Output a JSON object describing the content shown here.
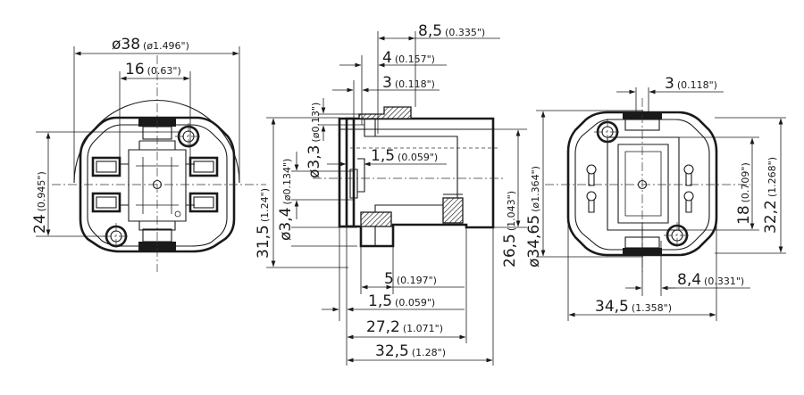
{
  "dimensions": {
    "front_diameter": {
      "value": "ø38",
      "imperial": "(ø1.496\")"
    },
    "front_width_16": {
      "value": "16",
      "imperial": "(0.63\")"
    },
    "front_height_24": {
      "value": "24",
      "imperial": "(0.945\")"
    },
    "side_8_5": {
      "value": "8,5",
      "imperial": "(0.335\")"
    },
    "side_4": {
      "value": "4",
      "imperial": "(0.157\")"
    },
    "side_3": {
      "value": "3",
      "imperial": "(0.118\")"
    },
    "side_dia_3_3": {
      "value": "ø3,3",
      "imperial": "(ø0.13\")"
    },
    "side_1_5_top": {
      "value": "1,5",
      "imperial": "(0.059\")"
    },
    "side_dia_3_4": {
      "value": "ø3,4",
      "imperial": "(ø0.134\")"
    },
    "side_31_5": {
      "value": "31,5",
      "imperial": "(1.24\")"
    },
    "side_26_5": {
      "value": "26,5",
      "imperial": "(1.043\")"
    },
    "side_5": {
      "value": "5",
      "imperial": "(0.197\")"
    },
    "side_1_5_bottom": {
      "value": "1,5",
      "imperial": "(0.059\")"
    },
    "side_27_2": {
      "value": "27,2",
      "imperial": "(1.071\")"
    },
    "side_32_5": {
      "value": "32,5",
      "imperial": "(1.28\")"
    },
    "back_3": {
      "value": "3",
      "imperial": "(0.118\")"
    },
    "back_dia_34_65": {
      "value": "ø34,65",
      "imperial": "(ø1.364\")"
    },
    "back_18": {
      "value": "18",
      "imperial": "(0.709\")"
    },
    "back_32_2": {
      "value": "32,2",
      "imperial": "(1.268\")"
    },
    "back_8_4": {
      "value": "8,4",
      "imperial": "(0.331\")"
    },
    "back_34_5": {
      "value": "34,5",
      "imperial": "(1.358\")"
    }
  },
  "colors": {
    "line": "#1a1a1a",
    "background": "#ffffff"
  }
}
